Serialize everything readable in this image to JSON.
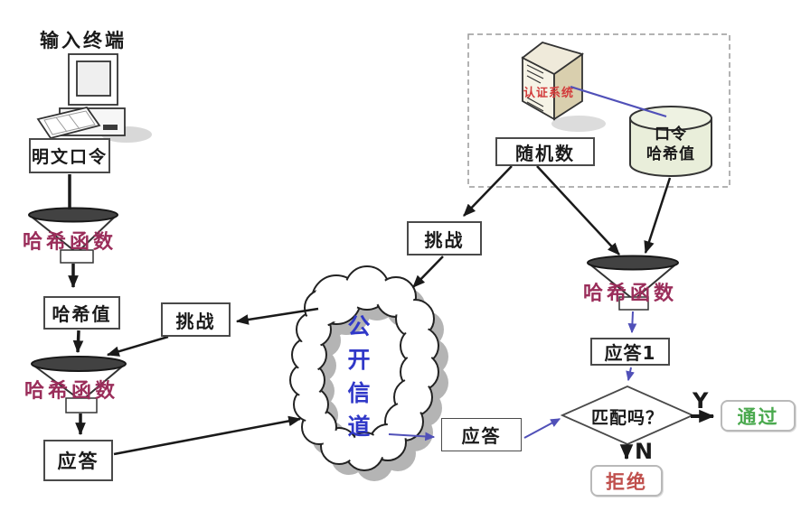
{
  "client": {
    "terminal_label": "输入终端",
    "plaintext_password": "明文口令",
    "hash_function_1": "哈希函数",
    "hash_value": "哈希值",
    "challenge": "挑战",
    "hash_function_2": "哈希函数",
    "response": "应答"
  },
  "channel": {
    "cloud": "公开信道",
    "response": "应答"
  },
  "server": {
    "auth_system": "认证系统",
    "password_hash_db": "口令\n哈希值",
    "random_number": "随机数",
    "challenge": "挑战",
    "hash_function": "哈希函数",
    "response1": "应答1",
    "decision": "匹配吗？",
    "yes": "Y",
    "no": "N",
    "pass": "通过",
    "reject": "拒绝"
  },
  "colors": {
    "hash_function_text": "#9a2d5a",
    "cloud_text": "#3038c8",
    "auth_system_text": "#d23b3b",
    "pass_text": "#4aa94e",
    "reject_text": "#c0504d",
    "blue_line": "#5050b8",
    "black_line": "#1a1a1a"
  }
}
